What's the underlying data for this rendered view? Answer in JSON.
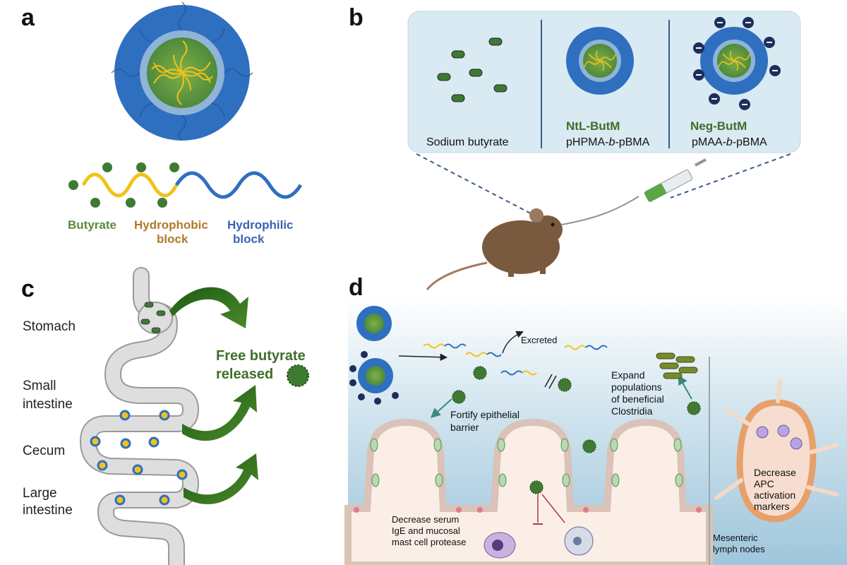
{
  "panels": {
    "a": {
      "letter": "a",
      "legend": {
        "butyrate": "Butyrate",
        "hydrophobic_line1": "Hydrophobic",
        "hydrophobic_line2": "block",
        "hydrophilic_line1": "Hydrophilic",
        "hydrophilic_line2": "block"
      }
    },
    "b": {
      "letter": "b",
      "columns": [
        {
          "name": "Sodium butyrate",
          "polymer": ""
        },
        {
          "name": "NtL-ButM",
          "polymer_pre": "pHPMA-",
          "polymer_italic": "b",
          "polymer_post": "-pBMA"
        },
        {
          "name": "Neg-ButM",
          "polymer_pre": "pMAA-",
          "polymer_italic": "b",
          "polymer_post": "-pBMA"
        }
      ]
    },
    "c": {
      "letter": "c",
      "regions": [
        "Stomach",
        "Small",
        "intestine",
        "Cecum",
        "Large",
        "intestine"
      ],
      "release_line1": "Free butyrate",
      "release_line2": "released"
    },
    "d": {
      "letter": "d",
      "excreted": "Excreted",
      "fortify_line1": "Fortify epithelial",
      "fortify_line2": "barrier",
      "expand": [
        "Expand",
        "populations",
        "of beneficial",
        "Clostridia"
      ],
      "decrease_serum": [
        "Decrease serum",
        "IgE and mucosal",
        "mast cell protease"
      ],
      "decrease_apc": [
        "Decrease",
        "APC",
        "activation",
        "markers"
      ],
      "lymph": [
        "Mesenteric",
        "lymph nodes"
      ]
    }
  },
  "colors": {
    "hydrophilic_blue": "#2f6fc0",
    "hydrophobic_yellow": "#f2c21a",
    "butyrate_green": "#3f7a32",
    "label_green": "#5a8a3c",
    "label_brown": "#b07a2a",
    "label_blue": "#3a63b0",
    "panel_bg": "#d9eaf2",
    "arrow_green": "#2e6b1e"
  }
}
